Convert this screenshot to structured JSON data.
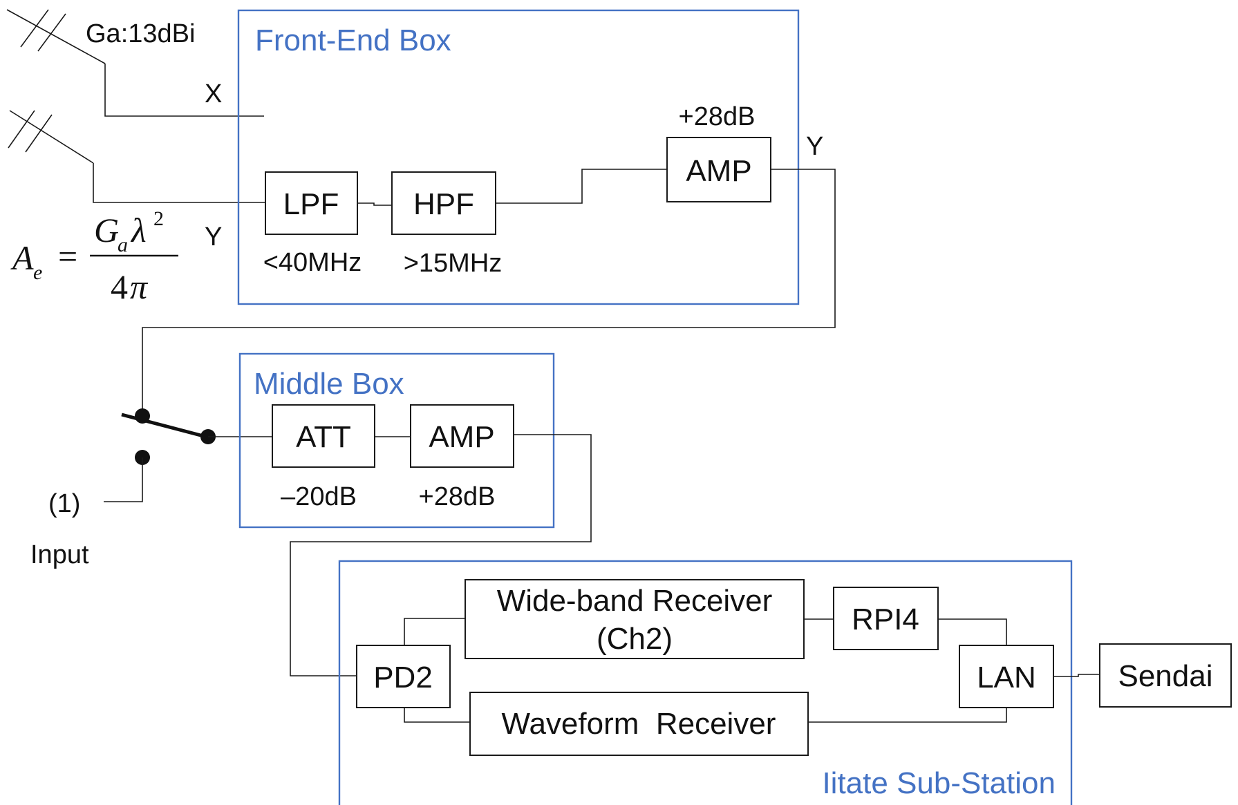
{
  "antenna": {
    "gain": "Ga:13dBi",
    "pol_x": "X",
    "pol_y_left": "Y",
    "pol_y_right": "Y"
  },
  "formula": {
    "lhs": "A",
    "lhs_sub": "e",
    "eq": "=",
    "g": "G",
    "g_sub": "a",
    "lambda": "λ",
    "exp": "2",
    "den_num": "4",
    "den_pi": "π"
  },
  "front_end": {
    "title": "Front-End Box",
    "lpf": {
      "label": "LPF",
      "spec": "<40MHz"
    },
    "hpf": {
      "label": "HPF",
      "spec": ">15MHz"
    },
    "amp": {
      "label": "AMP",
      "gain": "+28dB"
    }
  },
  "middle": {
    "title": "Middle Box",
    "att": {
      "label": "ATT",
      "gain": "–20dB"
    },
    "amp": {
      "label": "AMP",
      "gain": "+28dB"
    }
  },
  "switch": {
    "input_number": "(1)",
    "input_label": "Input"
  },
  "substation": {
    "title": "Iitate Sub-Station",
    "pd2": "PD2",
    "wideband_line1": "Wide-band Receiver",
    "wideband_line2": "(Ch2)",
    "waveform": "Waveform  Receiver",
    "rpi4": "RPI4",
    "lan": "LAN"
  },
  "remote": {
    "sendai": "Sendai"
  }
}
